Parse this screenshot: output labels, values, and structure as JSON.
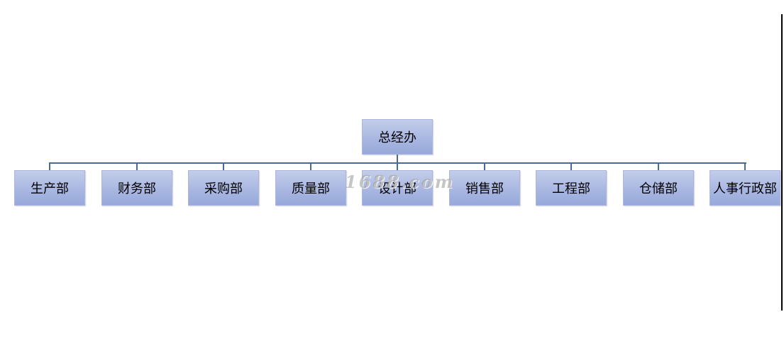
{
  "chart": {
    "root": {
      "label": "总经办"
    },
    "departments": [
      {
        "label": "生产部"
      },
      {
        "label": "财务部"
      },
      {
        "label": "采购部"
      },
      {
        "label": "质量部"
      },
      {
        "label": "设计部"
      },
      {
        "label": "销售部"
      },
      {
        "label": "工程部"
      },
      {
        "label": "仓储部"
      },
      {
        "label": "人事行政部"
      }
    ]
  },
  "watermark": {
    "text": "1688.com"
  },
  "colors": {
    "box_top": "#c3cdea",
    "box_bottom": "#97a9db",
    "connector": "#4a6a96"
  }
}
